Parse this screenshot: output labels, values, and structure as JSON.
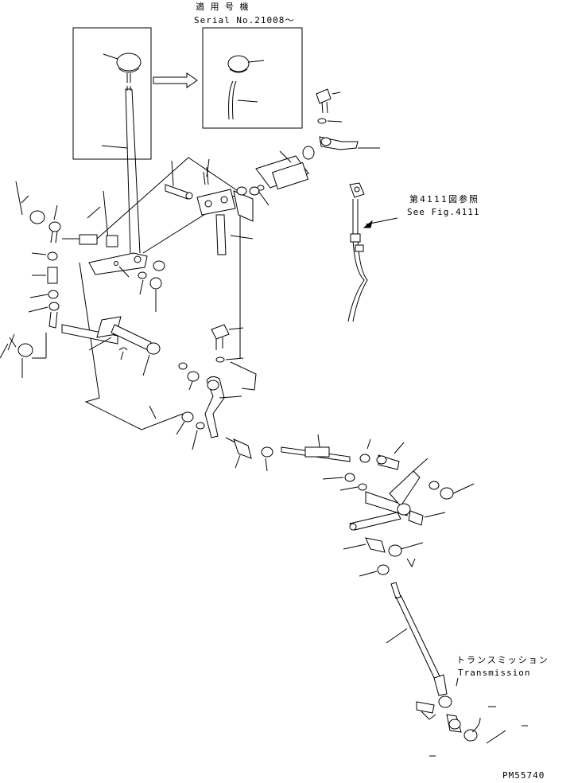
{
  "notes": {
    "applicable_jp": "適 用 号 機",
    "serial": "Serial No.21008～",
    "ref_jp": "第4111図参照",
    "ref_en": "See Fig.4111",
    "transmission_jp": "トランスミッション",
    "transmission_en": "Transmission",
    "drawing_no": "PM55740"
  }
}
